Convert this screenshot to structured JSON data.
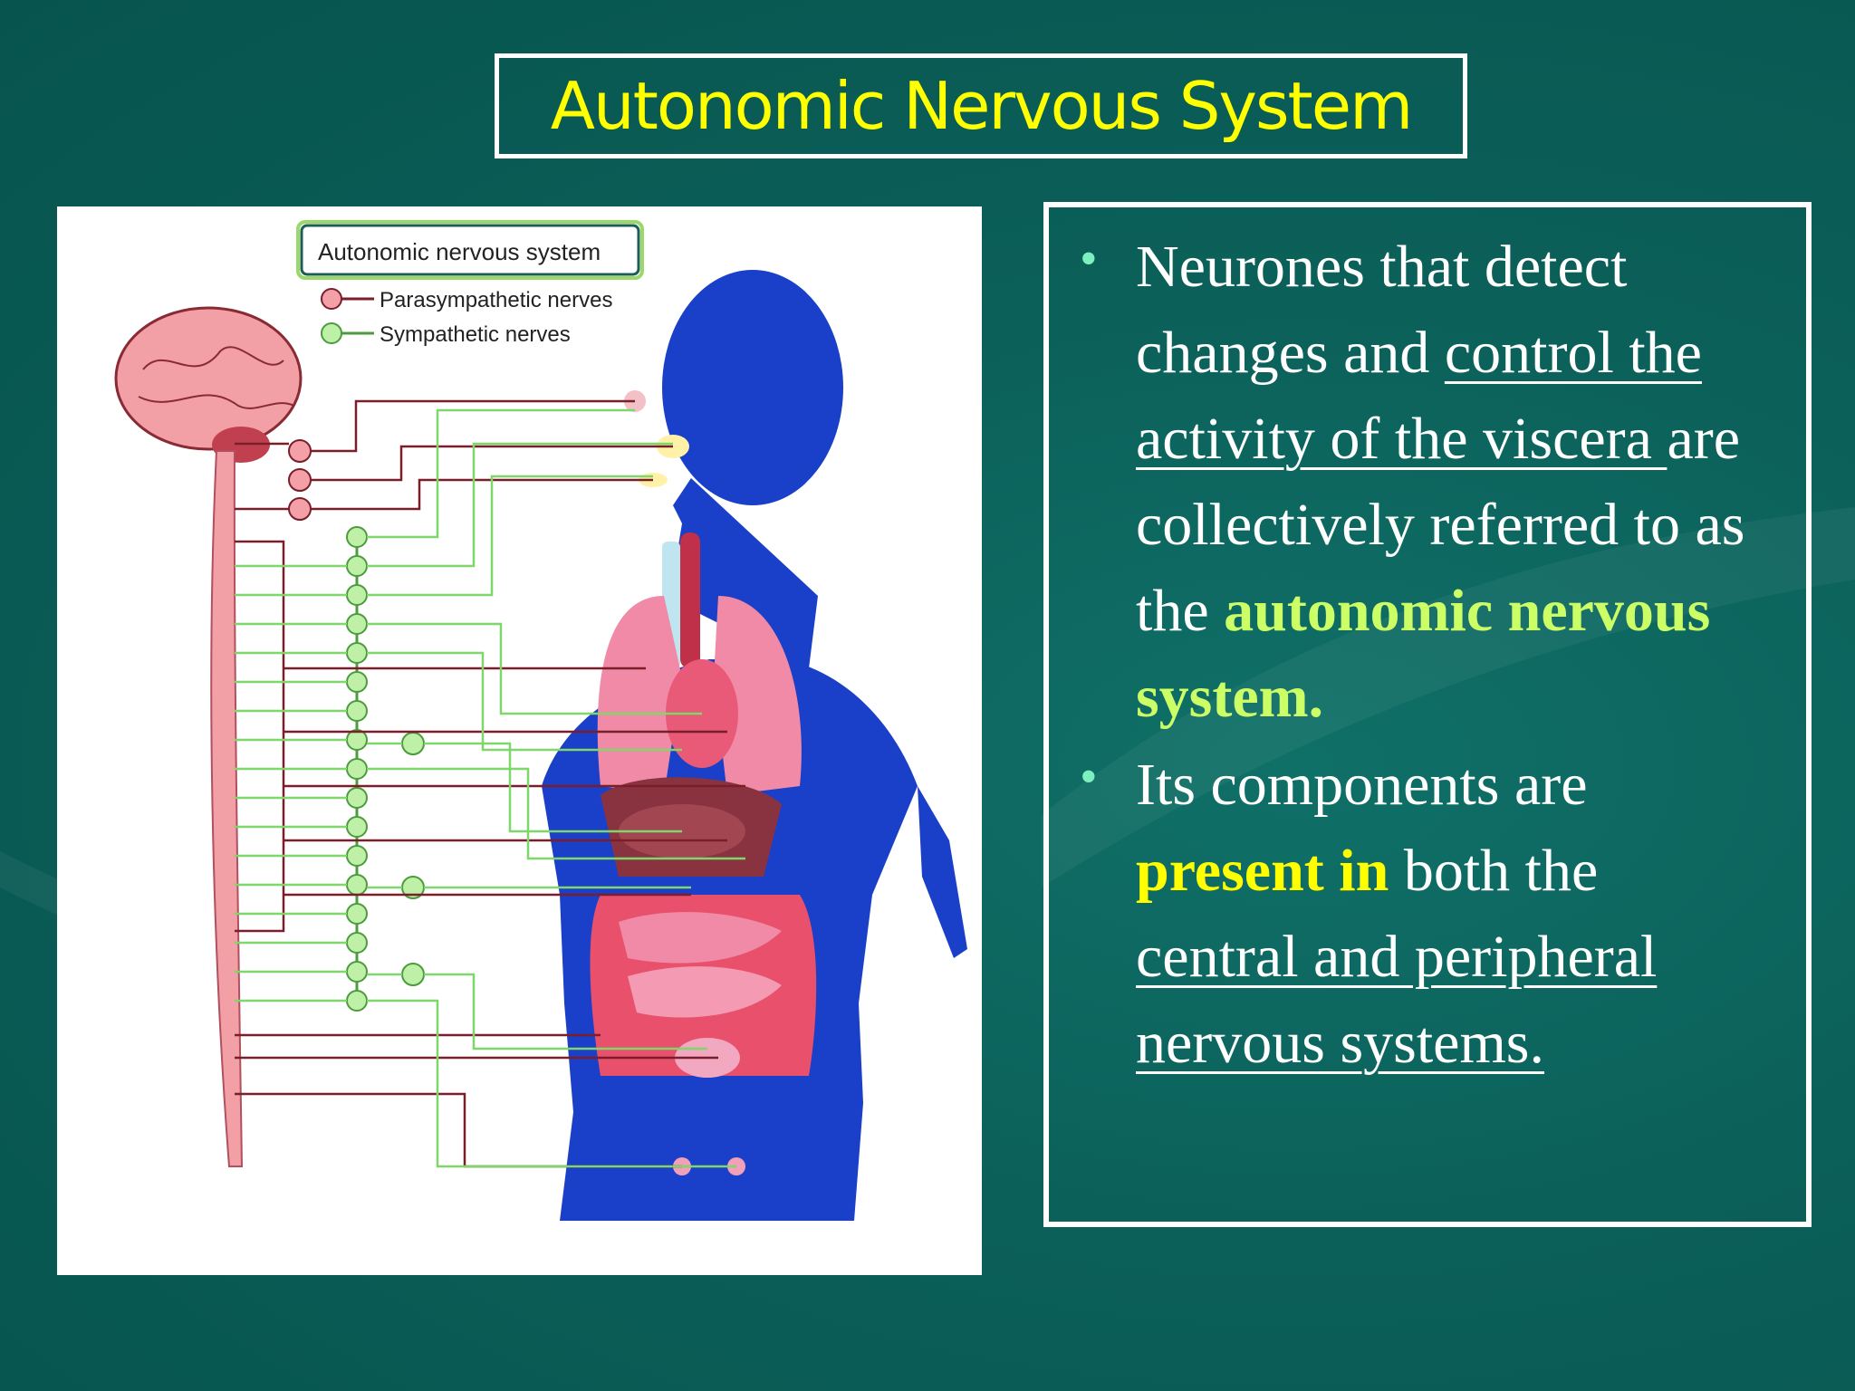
{
  "slide": {
    "title": "Autonomic Nervous System"
  },
  "figure": {
    "legend_title": "Autonomic nervous system",
    "legend_parasympathetic": "Parasympathetic nerves",
    "legend_sympathetic": "Sympathetic nerves",
    "colors": {
      "body": "#1a3fc8",
      "parasympathetic": "#7a1e2a",
      "sympathetic": "#7fd66b",
      "organ": "#e87a9a"
    }
  },
  "bullets": {
    "b1_p1": "Neurones that detect changes and ",
    "b1_u1": "control the activity of  the viscera ",
    "b1_p2": "are collectively referred to as the ",
    "b1_green": "autonomic nervous system.",
    "b2_p1": "Its components are ",
    "b2_yellow": "present in",
    "b2_p2": " both the ",
    "b2_u1": "central and peripheral nervous systems",
    "b2_u2": ". "
  },
  "theme": {
    "background": "#0b6059",
    "title_color": "#ffff00",
    "bullet_color": "#7df0c0"
  }
}
